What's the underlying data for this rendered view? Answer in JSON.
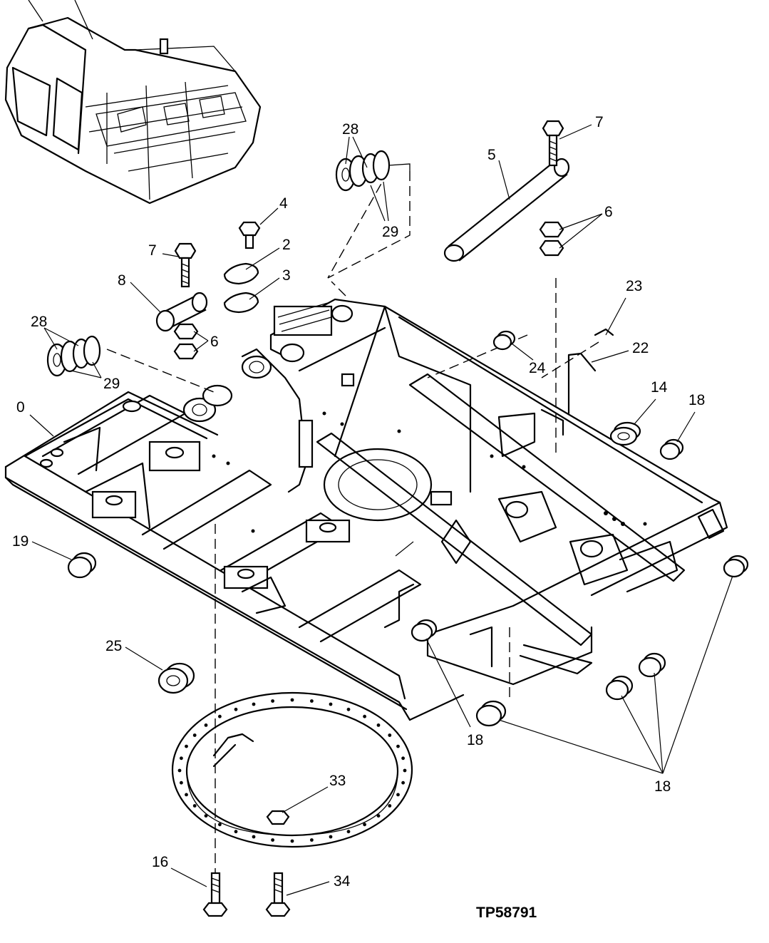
{
  "figure_code": "TP58791",
  "callouts": [
    {
      "id": "c28a",
      "text": "28"
    },
    {
      "id": "c29a",
      "text": "29"
    },
    {
      "id": "c7a",
      "text": "7"
    },
    {
      "id": "c5",
      "text": "5"
    },
    {
      "id": "c6a",
      "text": "6"
    },
    {
      "id": "c4",
      "text": "4"
    },
    {
      "id": "c2",
      "text": "2"
    },
    {
      "id": "c3",
      "text": "3"
    },
    {
      "id": "c7b",
      "text": "7"
    },
    {
      "id": "c8",
      "text": "8"
    },
    {
      "id": "c6b",
      "text": "6"
    },
    {
      "id": "c28b",
      "text": "28"
    },
    {
      "id": "c29b",
      "text": "29"
    },
    {
      "id": "c23",
      "text": "23"
    },
    {
      "id": "c22",
      "text": "22"
    },
    {
      "id": "c24",
      "text": "24"
    },
    {
      "id": "c14",
      "text": "14"
    },
    {
      "id": "c18a",
      "text": "18"
    },
    {
      "id": "c0",
      "text": "0"
    },
    {
      "id": "c19",
      "text": "19"
    },
    {
      "id": "c25",
      "text": "25"
    },
    {
      "id": "c18b",
      "text": "18"
    },
    {
      "id": "c18c",
      "text": "18"
    },
    {
      "id": "c33",
      "text": "33"
    },
    {
      "id": "c16",
      "text": "16"
    },
    {
      "id": "c34",
      "text": "34"
    }
  ]
}
